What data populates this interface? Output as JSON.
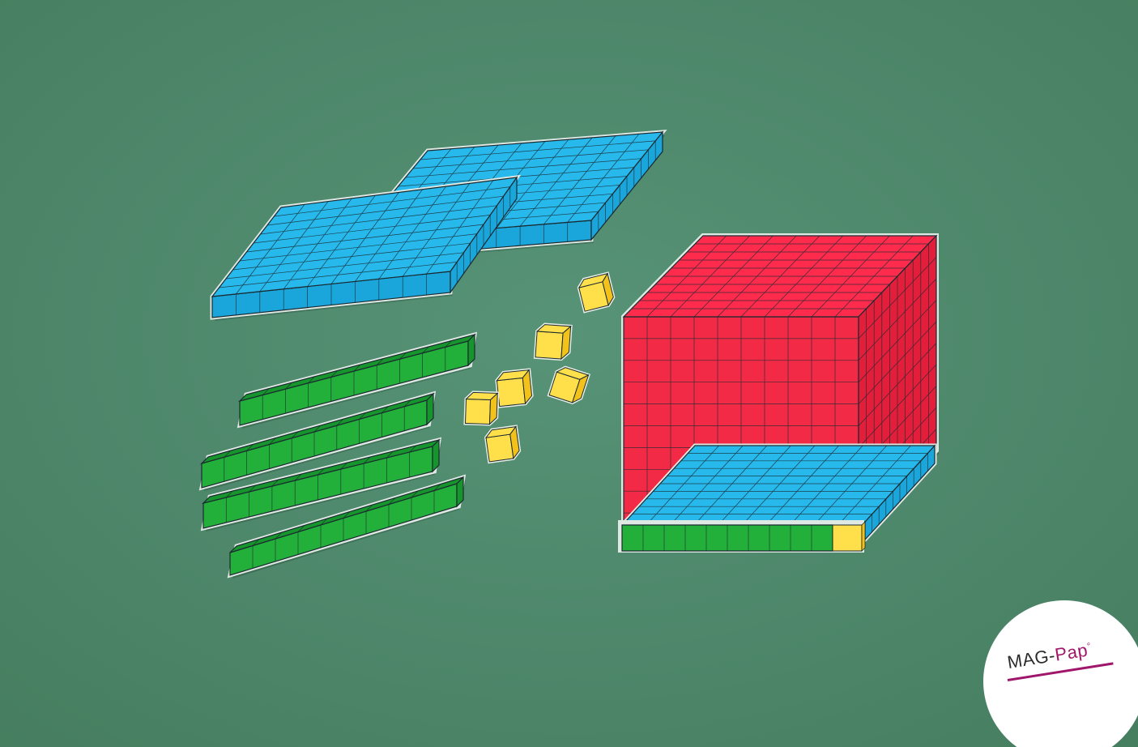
{
  "scene": {
    "background_color": "#4f8a6a",
    "colors": {
      "flat_top": "#27b8ec",
      "flat_side": "#1aa6db",
      "rod": "#22b03a",
      "rod_side": "#16952c",
      "unit": "#ffe04a",
      "unit_side": "#f2c21a",
      "cube_front": "#f22a46",
      "cube_top": "#ff2b4d",
      "cube_side": "#e31e3b",
      "grid_line": "#1b2a30"
    },
    "counts": {
      "flats": 3,
      "rods": 5,
      "units": 7,
      "cubes": 1
    }
  },
  "logo": {
    "text_main": "MAG-",
    "text_accent": "Pap",
    "mark": "°",
    "accent_color": "#a0166b"
  }
}
